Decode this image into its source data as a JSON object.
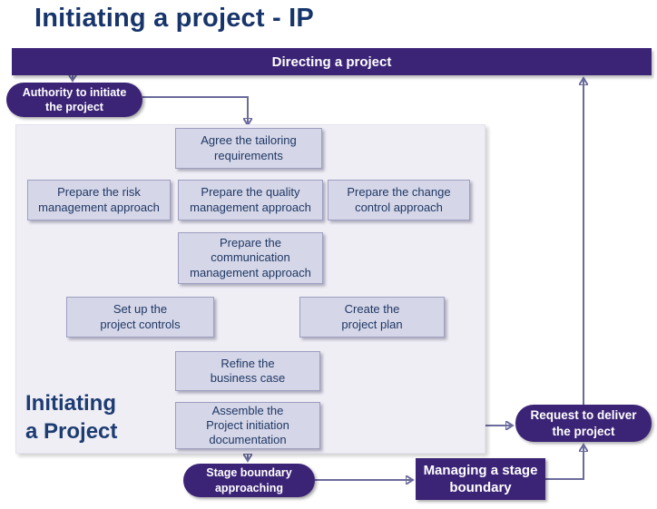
{
  "title": "Initiating a project - IP",
  "colors": {
    "brand_purple": "#3b2376",
    "title_navy": "#17356b",
    "activity_fill": "#d5d6e8",
    "activity_text": "#1f3864",
    "container_fill": "#f0eef5",
    "connector": "#6b6b9d"
  },
  "processes": {
    "directing": {
      "label": "Directing a project"
    },
    "initiating": {
      "label": "Initiating\na Project"
    },
    "managing_stage_boundary": {
      "label": "Managing a stage\nboundary"
    }
  },
  "triggers": {
    "authority_to_initiate": {
      "label": "Authority to initiate\nthe project"
    },
    "stage_boundary_approaching": {
      "label": "Stage boundary\napproaching"
    },
    "request_to_deliver": {
      "label": "Request to deliver\nthe project"
    }
  },
  "activities": {
    "agree_tailoring": {
      "label": "Agree the tailoring\nrequirements"
    },
    "risk_approach": {
      "label": "Prepare the risk\nmanagement approach"
    },
    "quality_approach": {
      "label": "Prepare the quality\nmanagement approach"
    },
    "change_approach": {
      "label": "Prepare the change\ncontrol approach"
    },
    "communication_approach": {
      "label": "Prepare the\ncommunication\nmanagement approach"
    },
    "setup_controls": {
      "label": "Set up the\nproject controls"
    },
    "create_plan": {
      "label": "Create the\nproject plan"
    },
    "refine_business_case": {
      "label": "Refine the\nbusiness case"
    },
    "assemble_pid": {
      "label": "Assemble the\nProject initiation\ndocumentation"
    }
  }
}
